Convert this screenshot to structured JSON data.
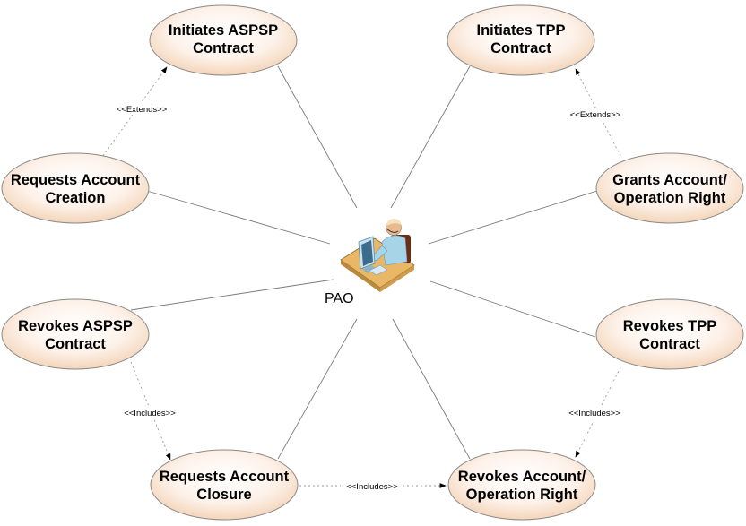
{
  "actor": {
    "name": "PAO",
    "icon": "person-at-computer-icon"
  },
  "use_cases": {
    "initiates_aspsp_contract": [
      "Initiates ASPSP",
      "Contract"
    ],
    "initiates_tpp_contract": [
      "Initiates TPP",
      "Contract"
    ],
    "requests_account_creation": [
      "Requests Account",
      "Creation"
    ],
    "grants_account_operation_right": [
      "Grants Account/",
      "Operation Right"
    ],
    "revokes_aspsp_contract": [
      "Revokes ASPSP",
      "Contract"
    ],
    "revokes_tpp_contract": [
      "Revokes TPP",
      "Contract"
    ],
    "requests_account_closure": [
      "Requests Account",
      "Closure"
    ],
    "revokes_account_operation_right": [
      "Revokes Account/",
      "Operation Right"
    ]
  },
  "relationships": {
    "extends_aspsp": "<<Extends>>",
    "extends_tpp": "<<Extends>>",
    "includes_closure": "<<Includes>>",
    "includes_tpp_revoke": "<<Includes>>",
    "includes_account_revoke": "<<Includes>>"
  },
  "colors": {
    "oval_center": "#ffffff",
    "oval_edge": "#f2cfb0",
    "line": "#7a7a7a"
  }
}
